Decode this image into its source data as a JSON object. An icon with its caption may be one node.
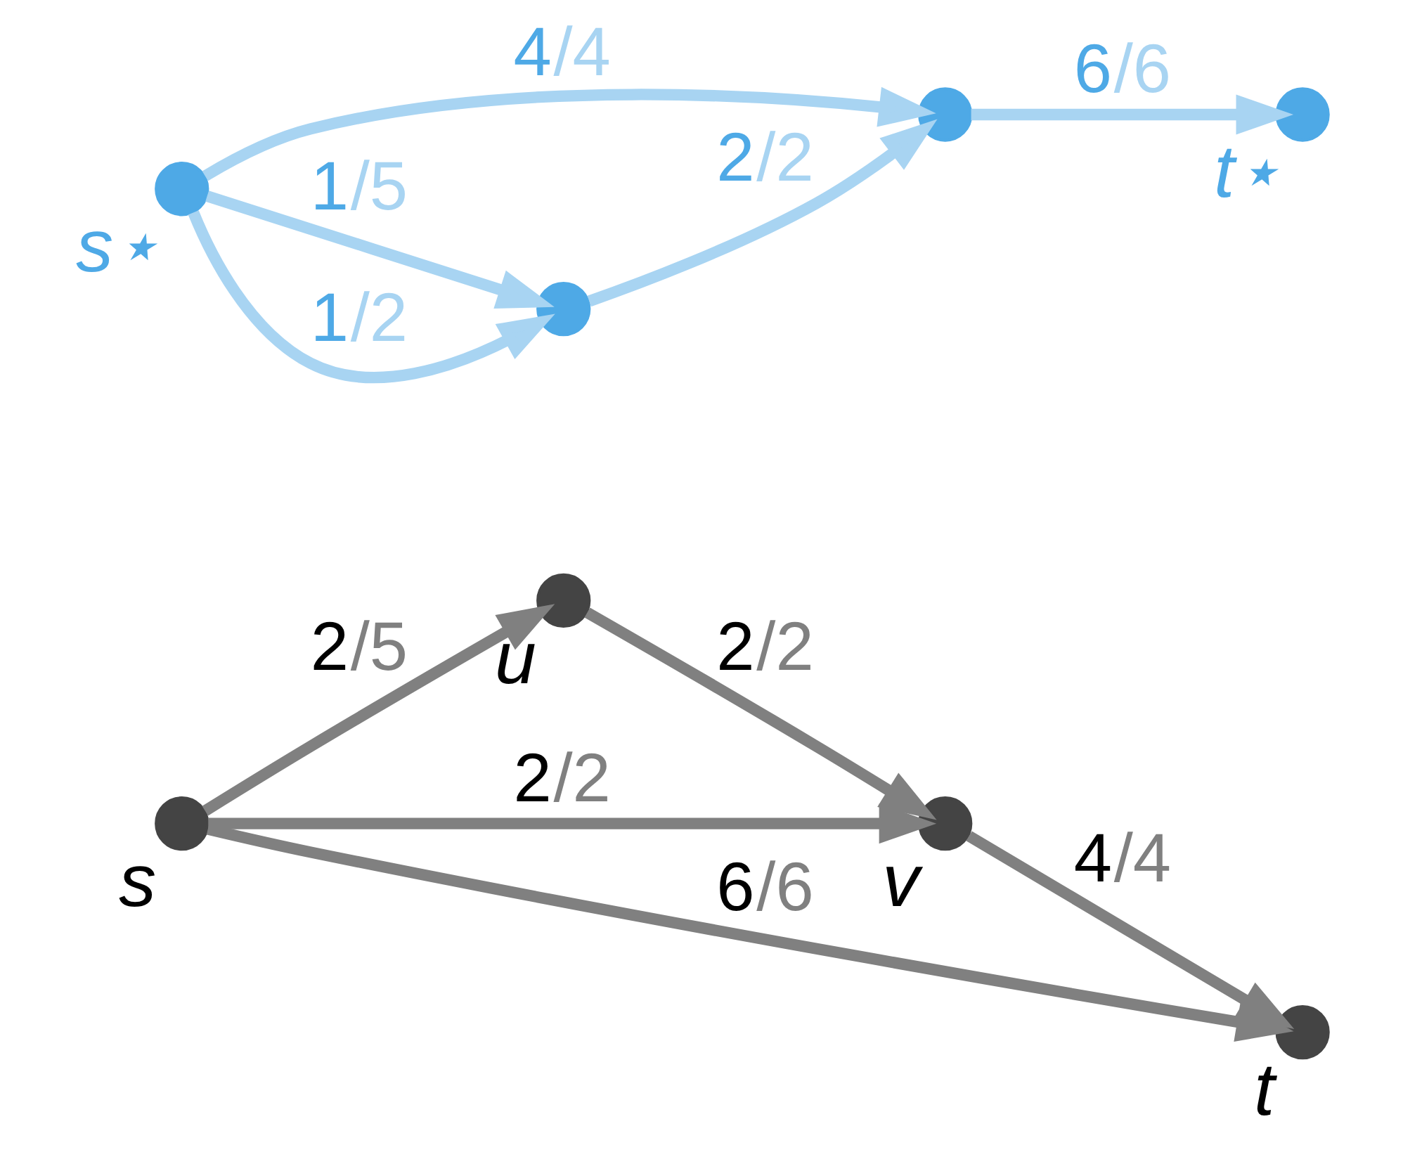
{
  "diagram": {
    "nodes": [
      {
        "text": [
          "s"
        ]
      },
      {
        "text": [
          "u"
        ]
      },
      {
        "text": [
          "v"
        ]
      },
      {
        "text": [
          "t"
        ]
      },
      {
        "text": [
          "t⋆"
        ]
      },
      {
        "text": [],
        "shape": "circle"
      },
      {
        "text": [],
        "shape": "circle"
      },
      {
        "text": [
          "s⋆"
        ]
      }
    ],
    "edges": [
      {
        "from": 0,
        "to": 1,
        "arrow": "to",
        "label": "2/5"
      },
      {
        "from": 1,
        "to": 2,
        "arrow": "to",
        "label": "2/2"
      },
      {
        "from": 2,
        "to": 3,
        "arrow": "to",
        "label": "4/4"
      },
      {
        "from": 0,
        "to": 2,
        "arrow": "to",
        "label": "2/2"
      },
      {
        "from": 0,
        "to": 3,
        "arrow": "to",
        "label": "6/6"
      },
      {
        "from": 7,
        "to": 6,
        "arrow": "to",
        "label": "1/5",
        "color": "#a8d4f2"
      },
      {
        "from": 7,
        "to": 6,
        "arrow": "to",
        "label": "1/2",
        "color": "#a8d4f2"
      },
      {
        "from": 6,
        "to": 5,
        "arrow": "to",
        "label": "2/2",
        "color": "#a8d4f2"
      },
      {
        "from": 7,
        "to": 5,
        "arrow": "to",
        "label": "4/4",
        "color": "#a8d4f2"
      },
      {
        "from": 5,
        "to": 4,
        "arrow": "to",
        "label": "6/6",
        "color": "#a8d4f2"
      }
    ]
  }
}
